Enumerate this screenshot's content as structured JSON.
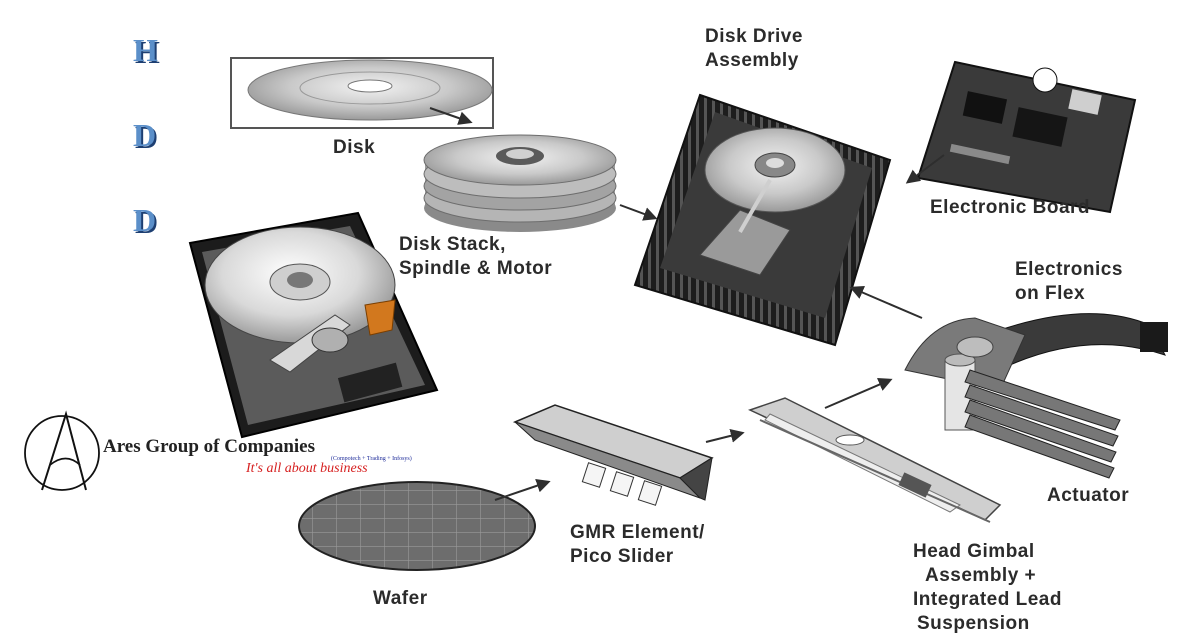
{
  "title_letters": [
    "H",
    "D",
    "D"
  ],
  "labels": {
    "disk": "Disk",
    "disk_drive_assembly": [
      "Disk Drive",
      "Assembly"
    ],
    "electronic_board": "Electronic Board",
    "disk_stack": [
      "Disk Stack,",
      "Spindle & Motor"
    ],
    "electronics_on_flex": [
      "Electronics",
      "on Flex"
    ],
    "actuator": "Actuator",
    "gmr_element": [
      "GMR Element/",
      "Pico Slider"
    ],
    "wafer": "Wafer",
    "head_gimbal": [
      "Head Gimbal",
      "Assembly +",
      "Integrated Lead",
      "Suspension"
    ]
  },
  "brand": {
    "name": "Ares Group of Companies",
    "divisions": "(Compotech + Trading + Infosys)",
    "tagline": "It's all about business"
  },
  "colors": {
    "letter_blue": "#5b8fc9",
    "tagline_red": "#d62020",
    "divisions_blue": "#1c2a99",
    "label_text": "#2b2b2b"
  }
}
